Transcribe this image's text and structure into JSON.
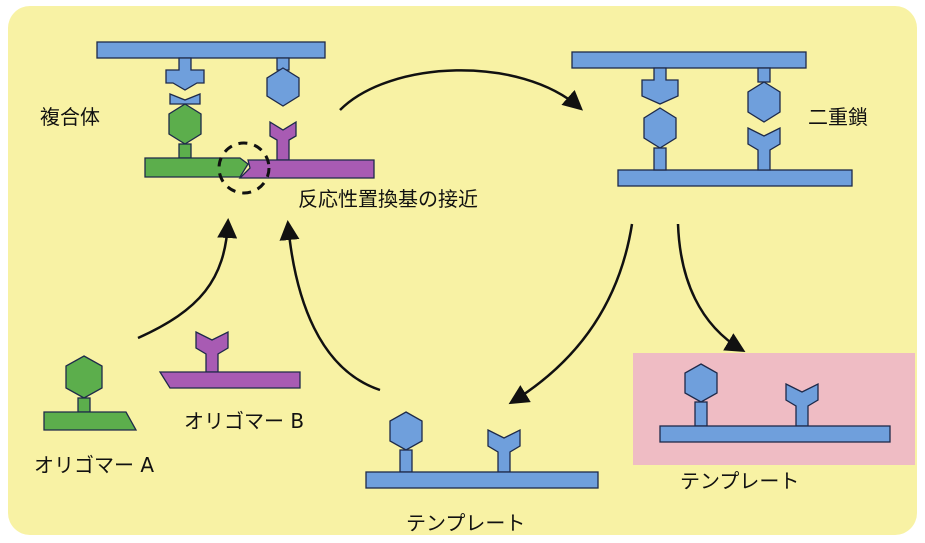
{
  "labels": {
    "complex": "複合体",
    "duplex": "二重鎖",
    "approach": "反応性置換基の接近",
    "oligo_b": "オリゴマー B",
    "oligo_a": "オリゴマー A",
    "template_center": "テンプレート",
    "template_right": "テンプレート"
  },
  "colors": {
    "background": "#f8f2a4",
    "blue": "#6f9fdc",
    "green": "#5cae4c",
    "purple": "#a85bb3",
    "highlight": "#efbcc4",
    "stroke": "#1e2a4a"
  }
}
